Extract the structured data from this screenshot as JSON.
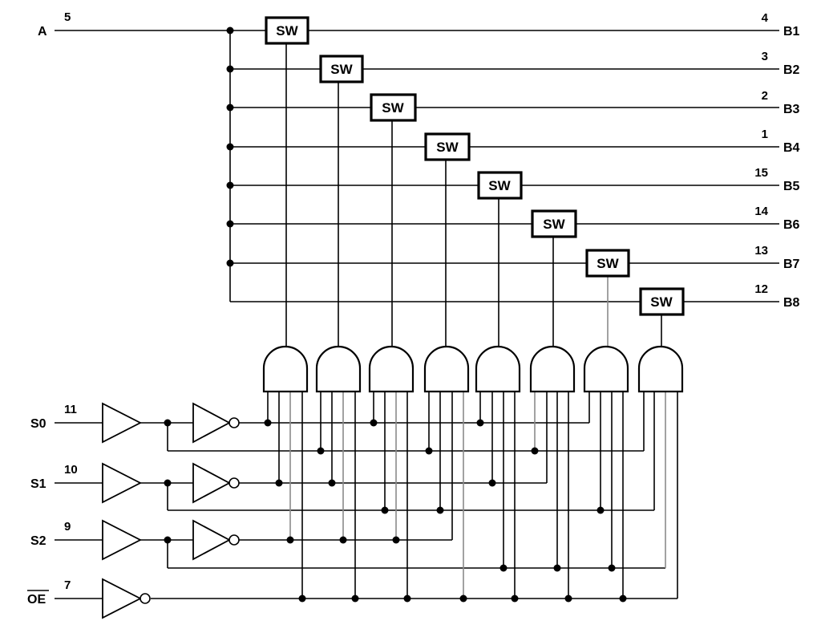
{
  "inputs": {
    "a": {
      "label": "A",
      "pin": "5"
    },
    "s0": {
      "label": "S0",
      "pin": "11"
    },
    "s1": {
      "label": "S1",
      "pin": "10"
    },
    "s2": {
      "label": "S2",
      "pin": "9"
    },
    "oe": {
      "label": "OE",
      "pin": "7"
    }
  },
  "outputs": [
    {
      "label": "B1",
      "pin": "4"
    },
    {
      "label": "B2",
      "pin": "3"
    },
    {
      "label": "B3",
      "pin": "2"
    },
    {
      "label": "B4",
      "pin": "1"
    },
    {
      "label": "B5",
      "pin": "15"
    },
    {
      "label": "B6",
      "pin": "14"
    },
    {
      "label": "B7",
      "pin": "13"
    },
    {
      "label": "B8",
      "pin": "12"
    }
  ],
  "switch_label": "SW"
}
